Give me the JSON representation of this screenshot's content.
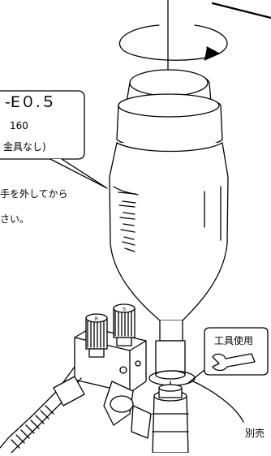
{
  "callout": {
    "line1": "-E０.５",
    "line2": "160",
    "line3": "金具なし)"
  },
  "instruction": {
    "line1": "手を外してから",
    "line2": "さい。"
  },
  "tool_label": "工具使用",
  "bottom_label": "別売",
  "knob_labels": {
    "left": "R",
    "right": "S"
  }
}
